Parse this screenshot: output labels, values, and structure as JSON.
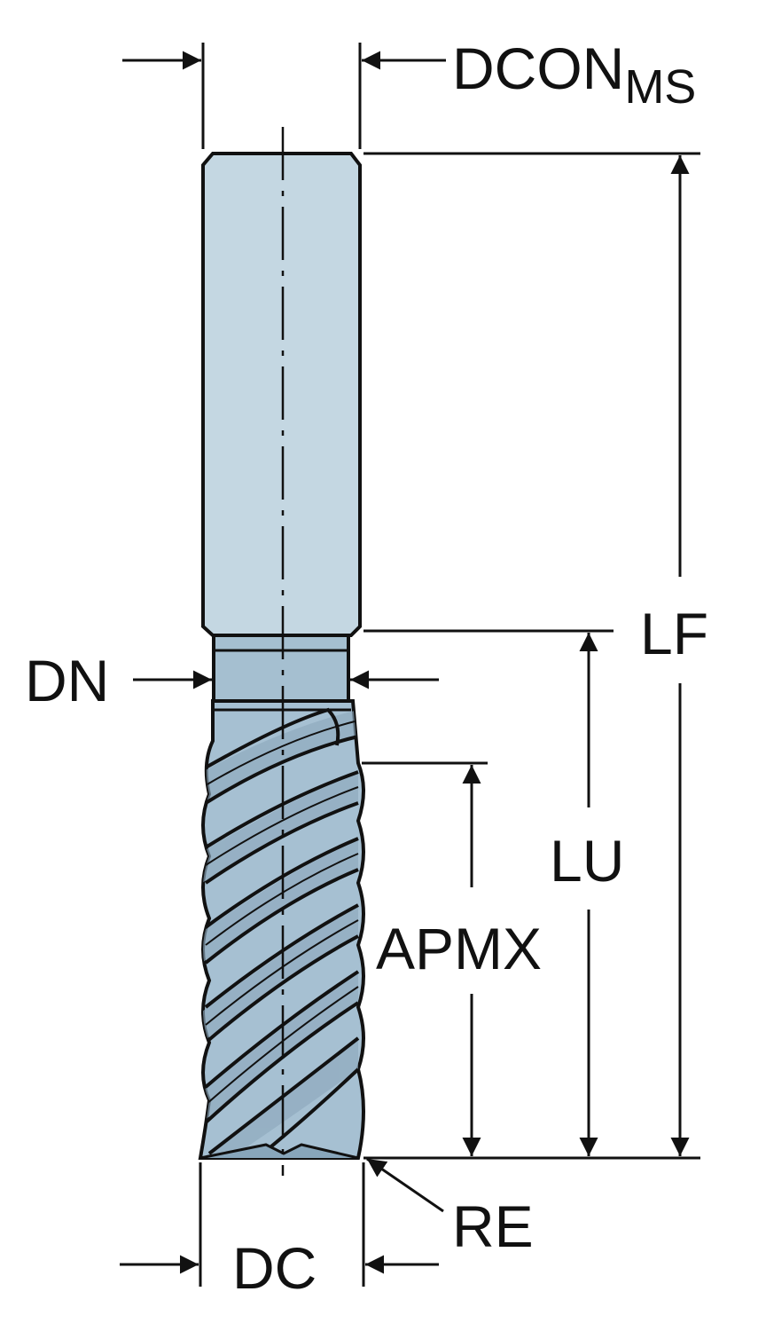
{
  "diagram": {
    "labels": {
      "dcon": "DCON",
      "dcon_sub": "MS",
      "lf": "LF",
      "dn": "DN",
      "lu": "LU",
      "apmx": "APMX",
      "re": "RE",
      "dc": "DC"
    },
    "colors": {
      "shank": "#c4d7e2",
      "neck": "#a5bfd0",
      "flute": "#a6c0d2",
      "flute_dark": "#88a6bb",
      "outline": "#111111",
      "background": "#ffffff"
    }
  }
}
